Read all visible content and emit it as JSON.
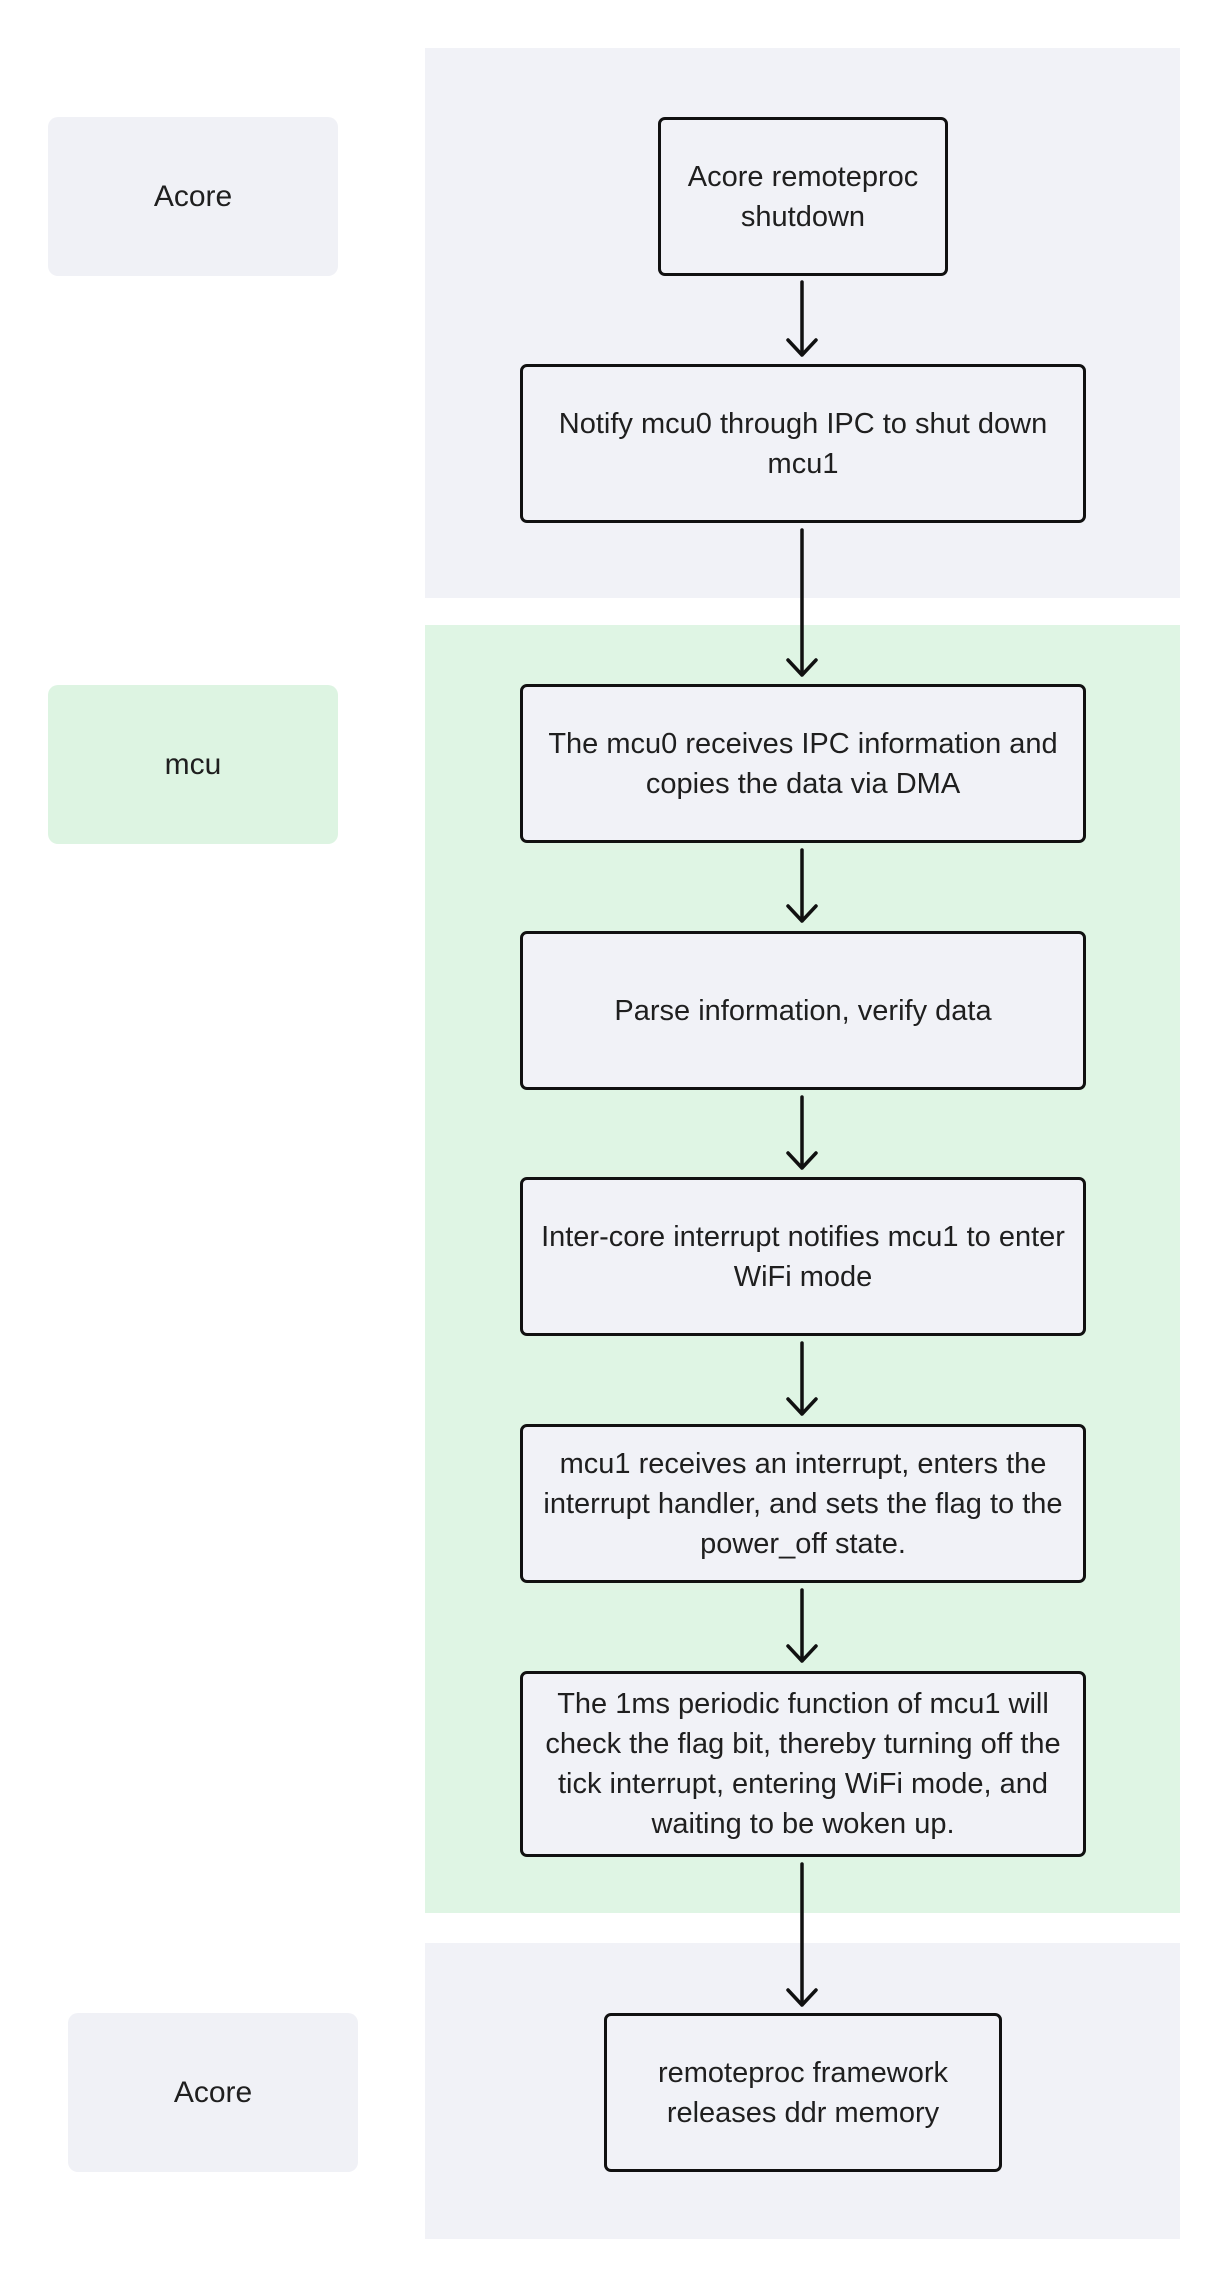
{
  "lanes": [
    {
      "label": "Acore",
      "color": "#f1f2f7"
    },
    {
      "label": "mcu",
      "color": "#dff5e4"
    },
    {
      "label": "Acore",
      "color": "#f1f2f7"
    }
  ],
  "steps": [
    {
      "text": "Acore remoteproc shutdown"
    },
    {
      "text": "Notify mcu0 through IPC to shut down mcu1"
    },
    {
      "text": "The mcu0 receives IPC information and copies the data via DMA"
    },
    {
      "text": "Parse information, verify data"
    },
    {
      "text": "Inter-core interrupt notifies mcu1 to enter WiFi mode"
    },
    {
      "text": "mcu1 receives an interrupt, enters the interrupt handler, and sets the flag to the power_off state."
    },
    {
      "text": "The 1ms periodic function of mcu1 will check the flag bit, thereby turning off the tick interrupt, entering WiFi mode, and waiting to be woken up."
    },
    {
      "text": "remoteproc framework releases ddr memory"
    }
  ]
}
